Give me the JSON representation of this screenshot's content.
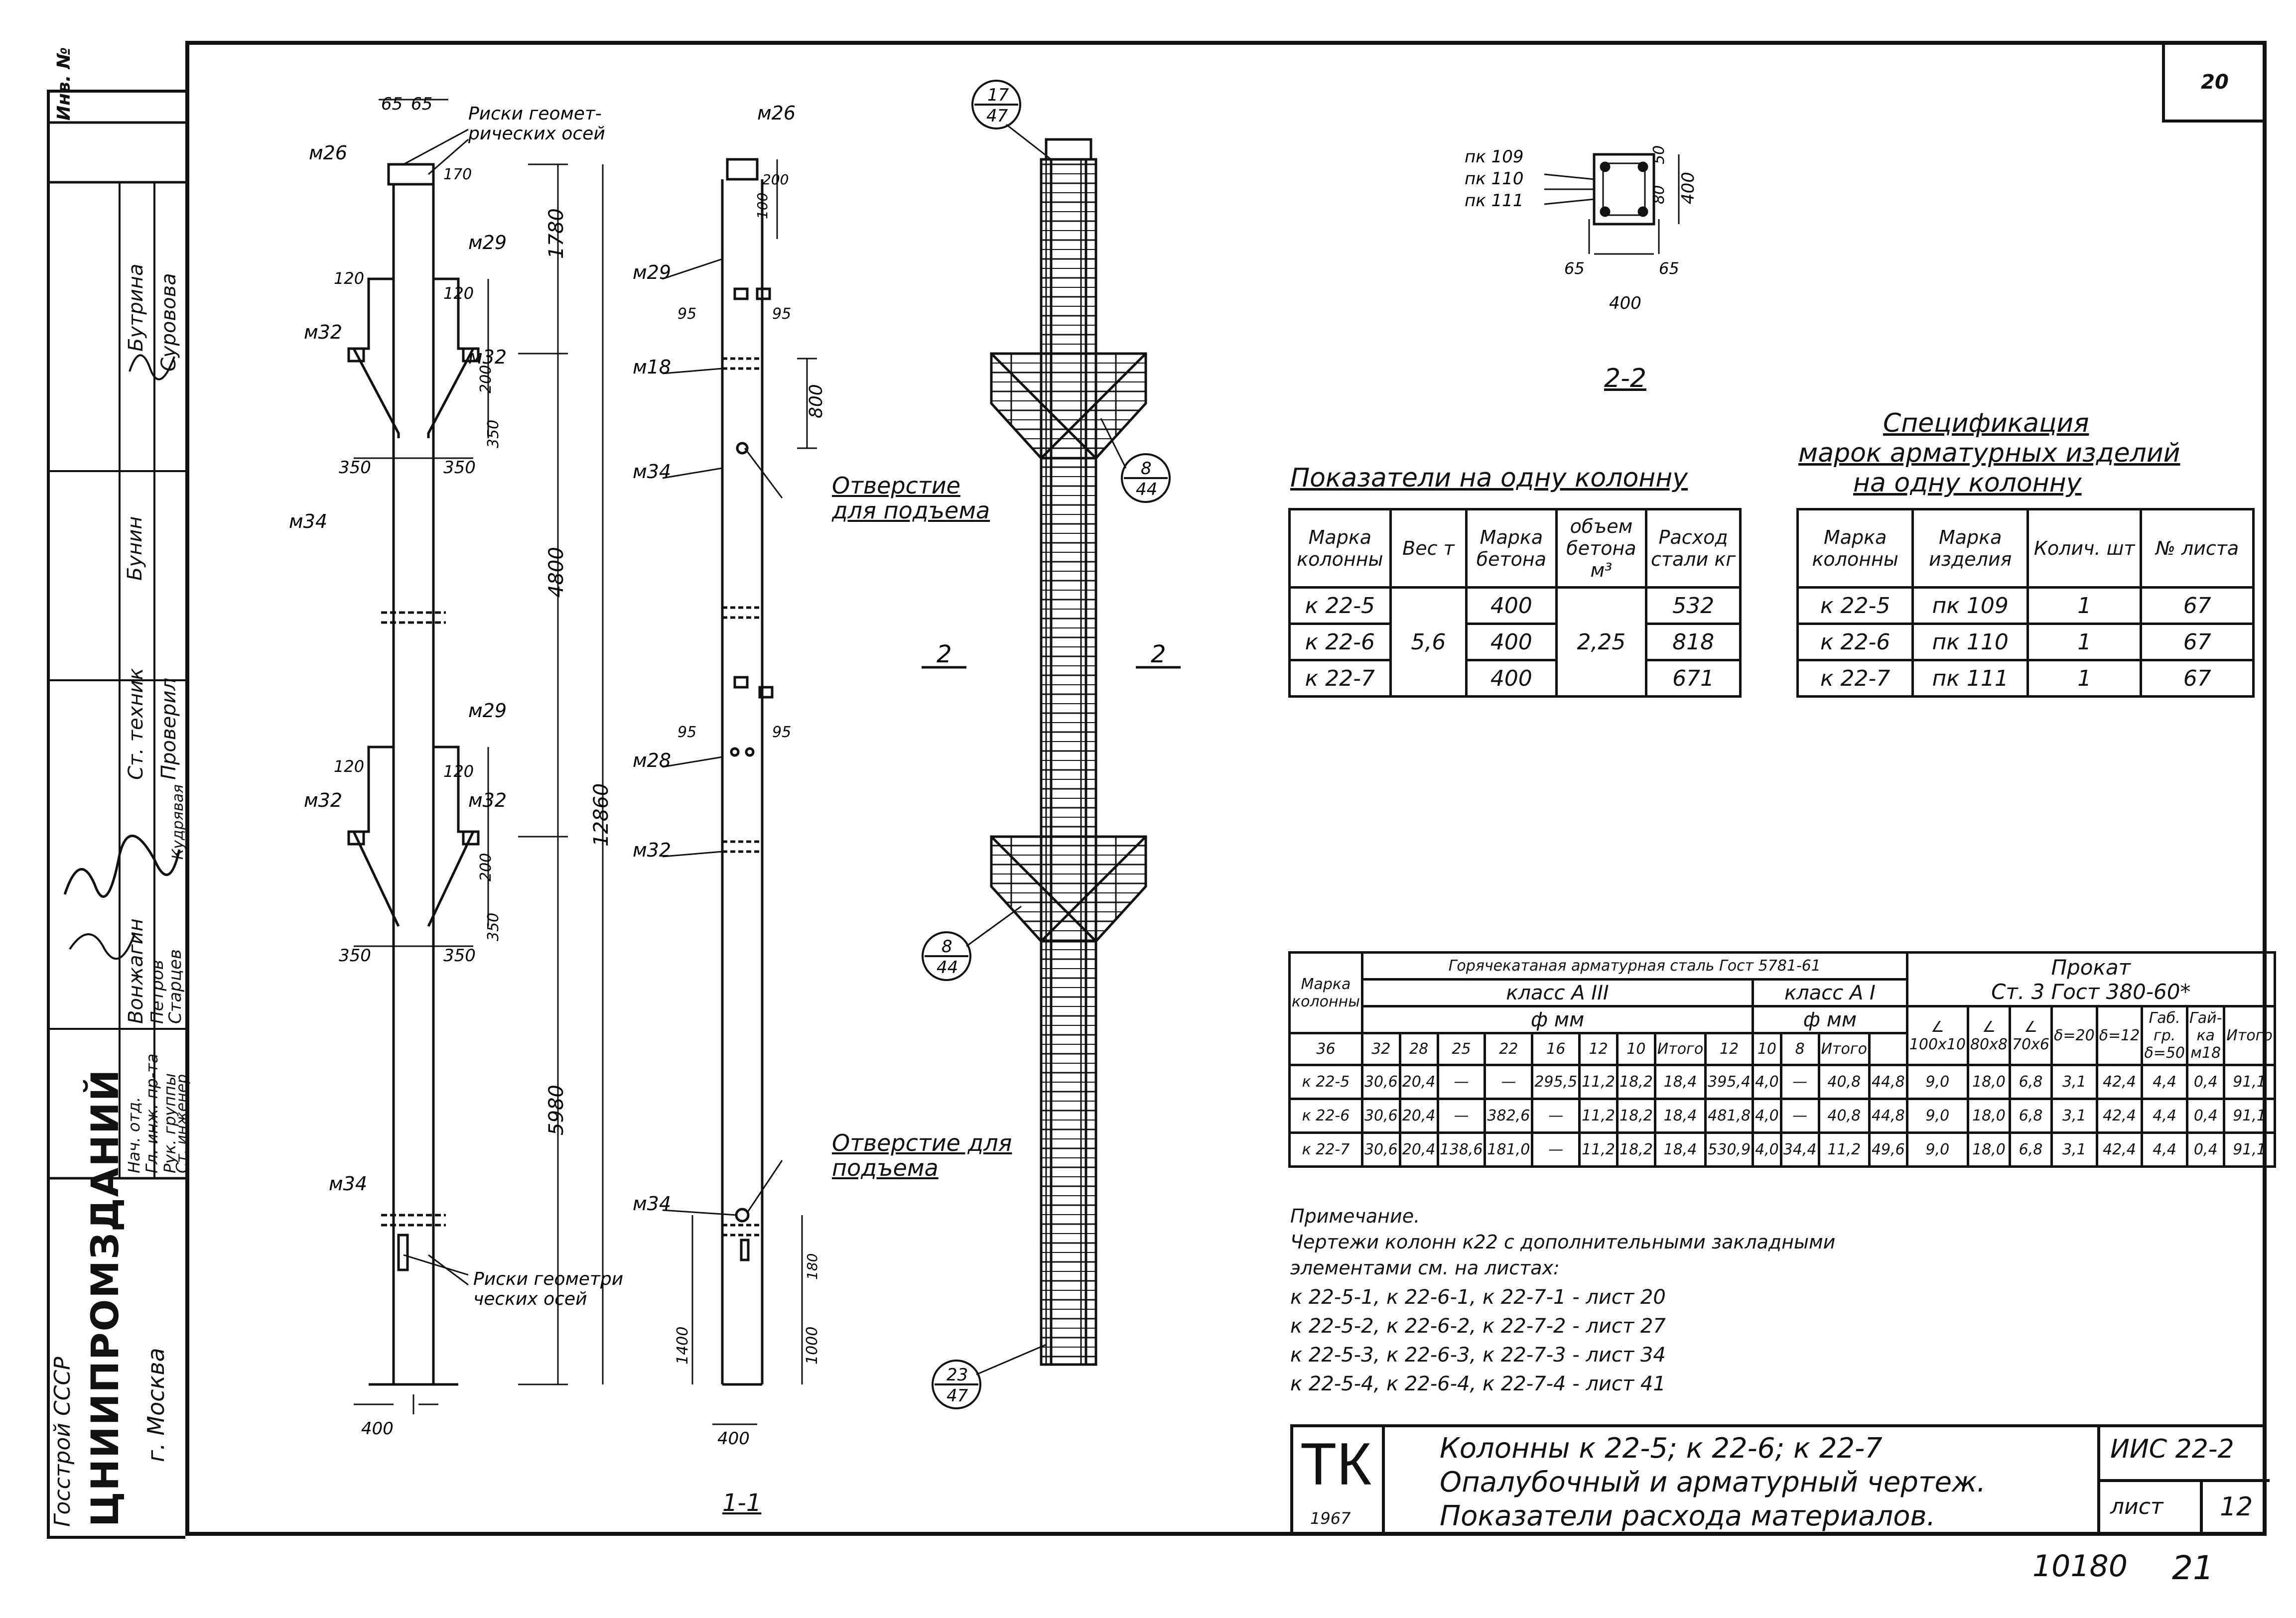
{
  "sheet": {
    "number": "20",
    "bottom_code": "10180",
    "bottom_page": "21"
  },
  "strip": {
    "inv": "Инв. №",
    "org_line1": "Госстрой СССР",
    "org_line2": "ЦНИИПРОМЗДАНИЙ",
    "org_line3": "г. Москва",
    "roles": [
      "Нач. отд.",
      "Гл. инж. пр-та",
      "Рук. группы",
      "Ст. инженер"
    ],
    "names": [
      "Бутрина",
      "Суровова",
      "Бунин",
      "Ст. техник",
      "Проверил",
      "Вонжагин",
      "Петров",
      "Старцев",
      "Кудрявая"
    ]
  },
  "elevation1": {
    "caption": "1-1",
    "labels": {
      "m26": "м26",
      "m29a": "м29",
      "m32a": "м32",
      "m34a": "м34",
      "m29b": "м29",
      "m32b": "м32",
      "m34b": "м34",
      "geom_axis_top": "Риски геомет-",
      "geom_axis_top2": "рических осей",
      "geom_axis_bottom": "Риски геометри",
      "geom_axis_bottom2": "ческих осей"
    },
    "dims": {
      "d65a": "65",
      "d65b": "65",
      "d170": "170",
      "d120a": "120",
      "d120b": "120",
      "d1780": "1780",
      "d350a": "350",
      "d350b": "350",
      "d350c": "350",
      "d350d": "350",
      "d200a": "200",
      "d200b": "200",
      "d4800": "4800",
      "d12860": "12860",
      "d5980": "5980",
      "d400": "400",
      "d120c": "120",
      "d120d": "120"
    }
  },
  "elevation2": {
    "labels": {
      "m26": "м26",
      "m29a": "м29",
      "m18": "м18",
      "m34a": "м34",
      "m28": "м28",
      "m32": "м32",
      "m34b": "м34",
      "hole_top": "Отверстие",
      "hole_top2": "для подъема",
      "hole_bottom": "Отверстие для",
      "hole_bottom2": "подъема"
    },
    "dims": {
      "d200": "200",
      "d100": "100",
      "d95a": "95",
      "d95b": "95",
      "d800": "800",
      "d95c": "95",
      "d95d": "95",
      "d180": "180",
      "d1000": "1000",
      "d1400": "1400",
      "d400": "400"
    }
  },
  "reinforcement": {
    "callouts": [
      {
        "top": "17",
        "bottom": "47"
      },
      {
        "top": "8",
        "bottom": "44"
      },
      {
        "top": "8",
        "bottom": "44"
      },
      {
        "top": "23",
        "bottom": "47"
      }
    ],
    "section_mark": "2"
  },
  "section22": {
    "caption": "2-2",
    "marks": [
      "пк 109",
      "пк 110",
      "пк 111"
    ],
    "dims": {
      "d50": "50",
      "d80": "80",
      "d400v": "400",
      "d65a": "65",
      "d65b": "65",
      "d400h": "400"
    }
  },
  "indicators": {
    "title": "Показатели на одну колонну",
    "headers": [
      "Марка колонны",
      "Вес т",
      "Марка бетона",
      "объем бетона м³",
      "Расход стали кг"
    ],
    "rows": [
      {
        "mark": "к 22-5",
        "concrete": "400",
        "steel": "532"
      },
      {
        "mark": "к 22-6",
        "concrete": "400",
        "steel": "818"
      },
      {
        "mark": "к 22-7",
        "concrete": "400",
        "steel": "671"
      }
    ],
    "weight": "5,6",
    "volume": "2,25"
  },
  "specification": {
    "title1": "Спецификация",
    "title2": "марок арматурных изделий",
    "title3": "на одну колонну",
    "headers": [
      "Марка колонны",
      "Марка изделия",
      "Колич. шт",
      "№ листа"
    ],
    "rows": [
      {
        "col": "к 22-5",
        "item": "пк 109",
        "qty": "1",
        "sheet": "67"
      },
      {
        "col": "к 22-6",
        "item": "пк 110",
        "qty": "1",
        "sheet": "67"
      },
      {
        "col": "к 22-7",
        "item": "пк 111",
        "qty": "1",
        "sheet": "67"
      }
    ]
  },
  "steel": {
    "h_mark": "Марка колонны",
    "h_hot": "Горячекатаная арматурная сталь Гост 5781-61",
    "h_cls3": "класс А III",
    "h_cls1": "класс А I",
    "h_dia": "ф мм",
    "h_rolled": "Прокат",
    "h_rolled2": "Ст. 3 Гост 380-60*",
    "dia3": [
      "36",
      "32",
      "28",
      "25",
      "22",
      "16",
      "12",
      "10",
      "Итого"
    ],
    "dia1": [
      "12",
      "10",
      "8",
      "Итого"
    ],
    "rolled_cols": [
      "∠ 100x10",
      "∠ 80x8",
      "∠ 70x6",
      "δ=20",
      "δ=12",
      "Габ. гр. δ=50",
      "Гай-ка м18",
      "Итого"
    ],
    "rows": [
      {
        "mark": "к 22-5",
        "v": [
          "30,6",
          "20,4",
          "—",
          "—",
          "295,5",
          "11,2",
          "18,2",
          "18,4",
          "395,4",
          "4,0",
          "—",
          "40,8",
          "44,8",
          "9,0",
          "18,0",
          "6,8",
          "3,1",
          "42,4",
          "4,4",
          "0,4",
          "91,1"
        ]
      },
      {
        "mark": "к 22-6",
        "v": [
          "30,6",
          "20,4",
          "—",
          "382,6",
          "—",
          "11,2",
          "18,2",
          "18,4",
          "481,8",
          "4,0",
          "—",
          "40,8",
          "44,8",
          "9,0",
          "18,0",
          "6,8",
          "3,1",
          "42,4",
          "4,4",
          "0,4",
          "91,1"
        ]
      },
      {
        "mark": "к 22-7",
        "v": [
          "30,6",
          "20,4",
          "138,6",
          "181,0",
          "—",
          "11,2",
          "18,2",
          "18,4",
          "530,9",
          "4,0",
          "34,4",
          "11,2",
          "49,6",
          "9,0",
          "18,0",
          "6,8",
          "3,1",
          "42,4",
          "4,4",
          "0,4",
          "91,1"
        ]
      }
    ]
  },
  "note": {
    "title": "Примечание.",
    "line1": "Чертежи колонн к22 с дополнительными закладными",
    "line2": "элементами см. на листах:",
    "refs": [
      "к 22-5-1,   к 22-6-1,   к 22-7-1 - лист 20",
      "к 22-5-2,   к 22-6-2,   к 22-7-2 - лист 27",
      "к 22-5-3,   к 22-6-3,   к 22-7-3 - лист 34",
      "к 22-5-4,   к 22-6-4,   к 22-7-4 - лист 41"
    ]
  },
  "titleblock": {
    "logo": "ТК",
    "year": "1967",
    "line1": "Колонны к 22-5; к 22-6; к 22-7",
    "line2": "Опалубочный и арматурный чертеж.",
    "line3": "Показатели расхода материалов.",
    "series": "ИИС 22-2",
    "sheet_label": "лист",
    "sheet_no": "12"
  }
}
